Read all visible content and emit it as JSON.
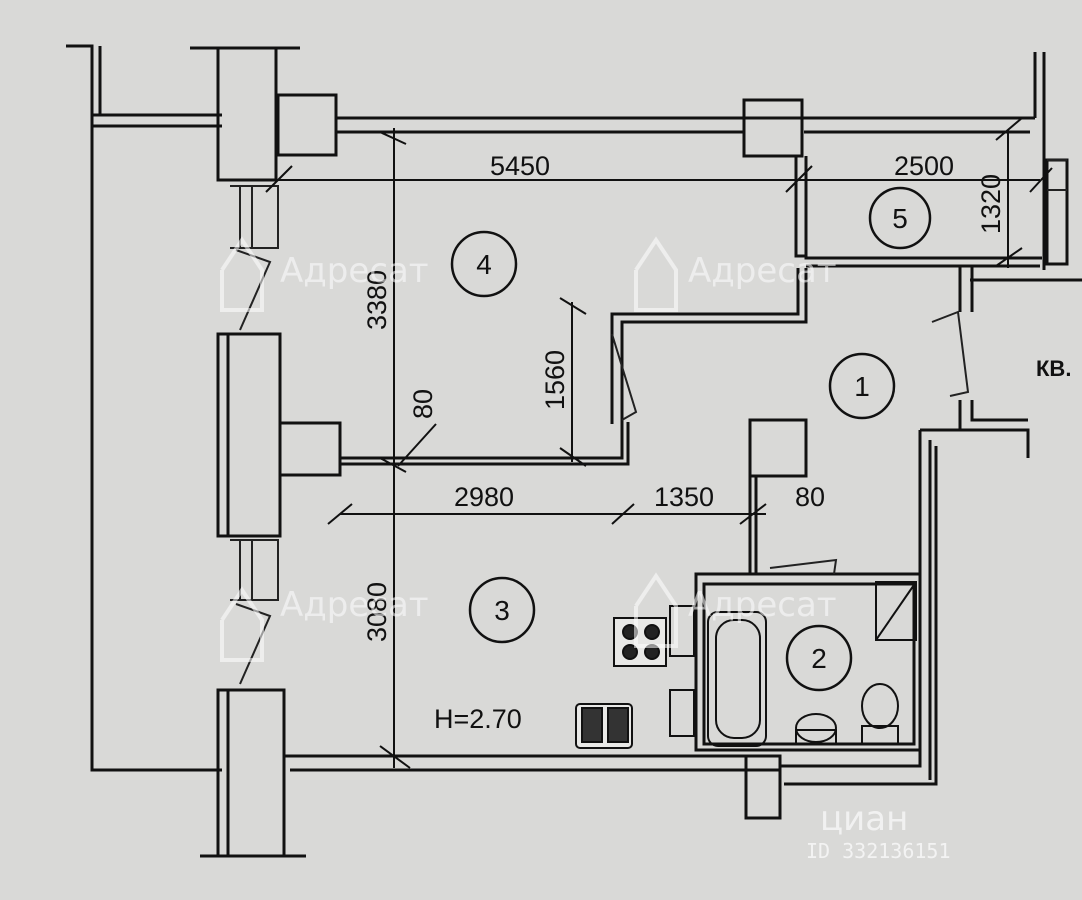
{
  "rooms": [
    {
      "number": "1"
    },
    {
      "number": "2"
    },
    {
      "number": "3"
    },
    {
      "number": "4"
    },
    {
      "number": "5"
    }
  ],
  "dimensions": {
    "top_left": "5450",
    "top_right": "2500",
    "right_depth": "1320",
    "room4_depth": "3380",
    "wall_thickness_left": "80",
    "niche_depth": "1560",
    "mid_left": "2980",
    "mid_center": "1350",
    "mid_right_wall": "80",
    "room3_depth": "3080"
  },
  "ceiling_height": "H=2.70",
  "neighbor_label": "КВ.",
  "watermarks": {
    "brand": "Адресат",
    "site": "циан",
    "listing_id": "ID 332136151"
  }
}
